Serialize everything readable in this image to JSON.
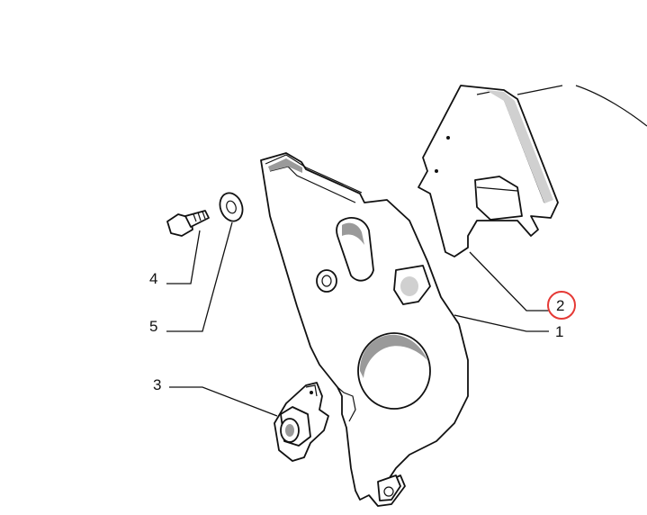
{
  "callouts": [
    {
      "id": "1",
      "label": "1"
    },
    {
      "id": "2",
      "label": "2"
    },
    {
      "id": "3",
      "label": "3"
    },
    {
      "id": "4",
      "label": "4"
    },
    {
      "id": "5",
      "label": "5"
    }
  ],
  "highlight": {
    "callout": "2",
    "color": "#e53935"
  },
  "colors": {
    "ink": "#111111",
    "background": "#ffffff"
  }
}
